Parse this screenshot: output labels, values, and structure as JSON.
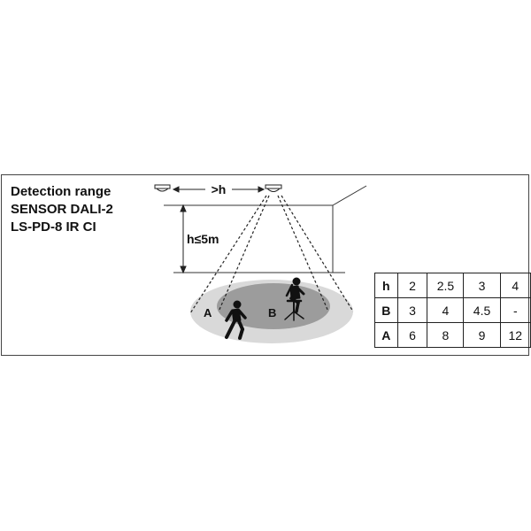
{
  "title": {
    "line1": "Detection range",
    "line2": "SENSOR DALI-2",
    "line3": "LS-PD-8 IR CI"
  },
  "diagram": {
    "spacing_label": ">h",
    "height_label": "h≤5m",
    "zone_a_label": "A",
    "zone_b_label": "B",
    "outer_zone_color": "#d9d9d9",
    "inner_zone_color": "#9c9c9c"
  },
  "table": {
    "rows": [
      {
        "key": "h",
        "values": [
          "2",
          "2.5",
          "3",
          "4"
        ]
      },
      {
        "key": "B",
        "values": [
          "3",
          "4",
          "4.5",
          "-"
        ]
      },
      {
        "key": "A",
        "values": [
          "6",
          "8",
          "9",
          "12"
        ]
      }
    ]
  }
}
